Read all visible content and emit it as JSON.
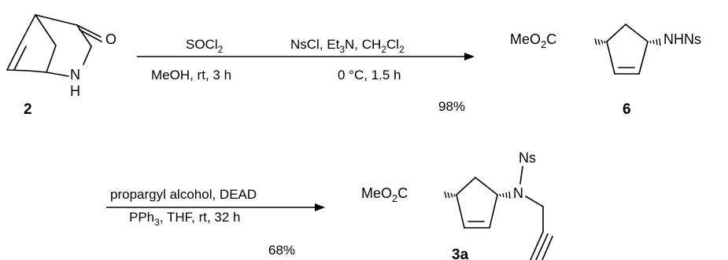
{
  "compound_2": {
    "number": "2",
    "atom_O": "O",
    "atom_N": "N",
    "atom_H": "H"
  },
  "step1": {
    "reagent_base": "SOCl",
    "reagent_sub": "2",
    "conditions": "MeOH, rt, 3 h"
  },
  "step2": {
    "reagents_a": "NsCl, Et",
    "reagents_a_sub": "3",
    "reagents_b": "N, CH",
    "reagents_b_sub": "2",
    "reagents_c": "Cl",
    "reagents_c_sub": "2",
    "conditions": "0 °C, 1.5 h",
    "yield": "98%"
  },
  "compound_6": {
    "number": "6",
    "ester_a": "MeO",
    "ester_sub": "2",
    "ester_b": "C",
    "amine": "NHNs"
  },
  "step3": {
    "reagents": "propargyl alcohol, DEAD",
    "conditions_a": "PPh",
    "conditions_sub": "3",
    "conditions_b": ", THF, rt, 32 h",
    "yield": "68%"
  },
  "compound_3a": {
    "number": "3a",
    "ester_a": "MeO",
    "ester_sub": "2",
    "ester_b": "C",
    "atom_N": "N",
    "ns": "Ns"
  }
}
